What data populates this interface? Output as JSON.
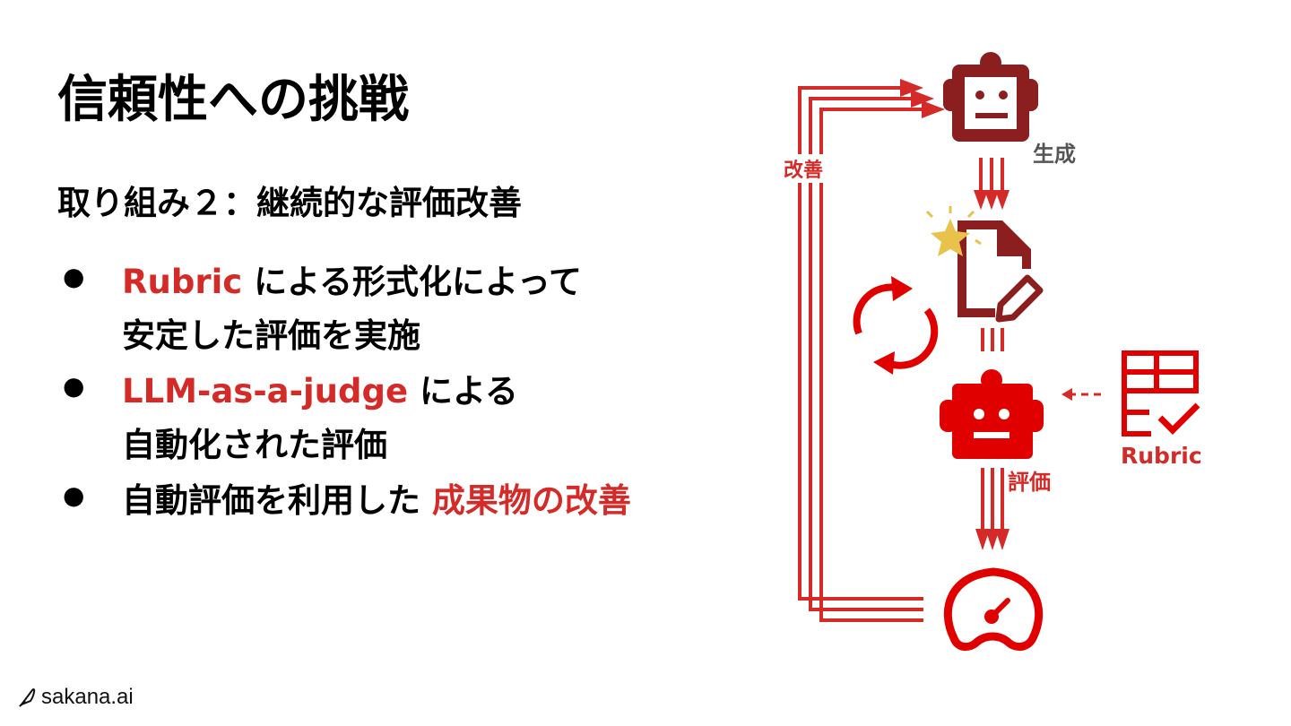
{
  "slide": {
    "title": "信頼性への挑戦",
    "subtitle": "取り組み２：継続的な評価改善"
  },
  "bullets": [
    {
      "line1": [
        {
          "text": "Rubric",
          "accent": true
        },
        {
          "text": " による形式化によって",
          "accent": false
        }
      ],
      "line2": "安定した評価を実施"
    },
    {
      "line1": [
        {
          "text": "LLM-as-a-judge",
          "accent": true
        },
        {
          "text": " による",
          "accent": false
        }
      ],
      "line2": "自動化された評価"
    },
    {
      "line1": [
        {
          "text": "自動評価を利用した ",
          "accent": false
        },
        {
          "text": "成果物の改善",
          "accent": true
        }
      ]
    }
  ],
  "diagram": {
    "generate_label": "生成",
    "improve_label": "改善",
    "evaluate_label": "評価",
    "rubric_label": "Rubric"
  },
  "footer": {
    "logo_text": "sakana.ai"
  },
  "colors": {
    "accent": "#d42a28",
    "dark_red": "#8b1e1e",
    "bright_red": "#e00000",
    "gold": "#e8c24a",
    "gray_label": "#555555"
  },
  "icons": [
    "robot-generator-icon",
    "document-edit-icon",
    "sparkle-star-icon",
    "refresh-cycle-icon",
    "robot-evaluator-icon",
    "rubric-checklist-icon",
    "gauge-icon",
    "sakana-fish-logo-icon"
  ]
}
